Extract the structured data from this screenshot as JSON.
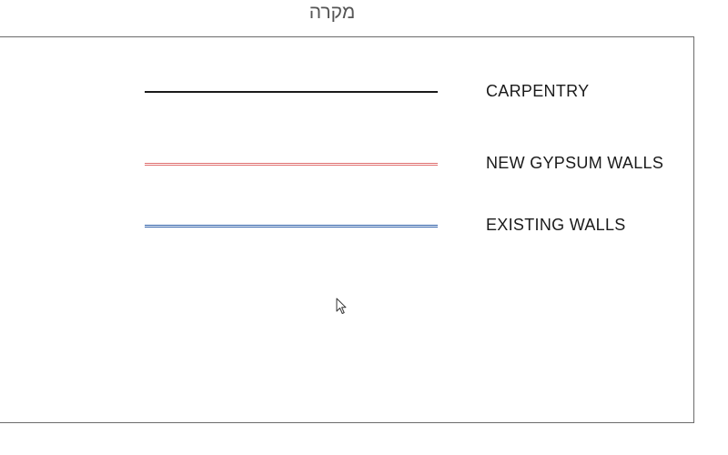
{
  "legend": {
    "title": "מקרה",
    "items": [
      {
        "label": "CARPENTRY",
        "line_style": "solid",
        "color": "#1a1a1a"
      },
      {
        "label": "NEW GYPSUM WALLS",
        "line_style": "double",
        "color": "#e07070"
      },
      {
        "label": "EXISTING WALLS",
        "line_style": "double",
        "color": "#2f5fa8"
      }
    ]
  }
}
